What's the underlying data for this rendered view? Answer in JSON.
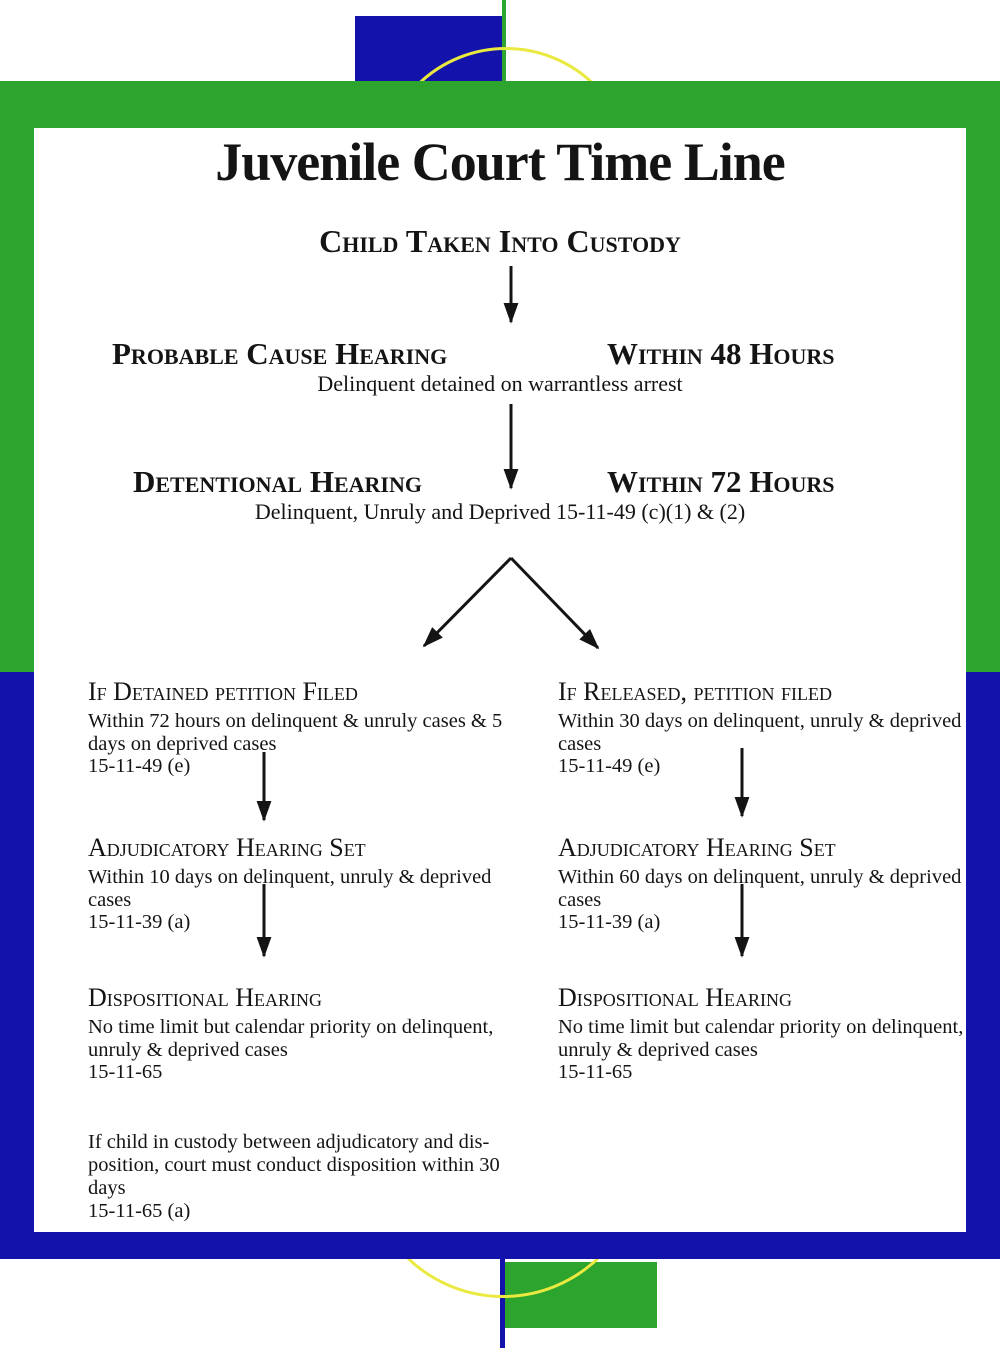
{
  "title": "Juvenile Court Time Line",
  "colors": {
    "green": "#2da42d",
    "blue": "#1313ab",
    "yellow": "#e9e940",
    "ink": "#141414"
  },
  "flow": {
    "custody": "Child Taken Into Custody",
    "probable_cause": {
      "heading": "Probable Cause Hearing",
      "timing": "Within 48 Hours",
      "note": "Delinquent detained on warrantless arrest"
    },
    "detentional": {
      "heading": "Detentional Hearing",
      "timing": "Within 72 Hours",
      "note": "Delinquent, Unruly and Deprived 15-11-49 (c)(1) & (2)"
    },
    "detained_branch": {
      "petition": {
        "heading": "If Detained petition Filed",
        "details": [
          "Within 72 hours on delinquent & unruly cases & 5",
          "days on deprived cases",
          "15-11-49 (e)"
        ]
      },
      "adjudicatory": {
        "heading": "Adjudicatory Hearing Set",
        "details": [
          "Within 10 days on delinquent, unruly & deprived",
          "cases",
          "15-11-39 (a)"
        ]
      },
      "dispositional": {
        "heading": "Dispositional Hearing",
        "details": [
          "No time limit but calendar priority on delinquent,",
          "unruly & deprived cases",
          "15-11-65"
        ]
      }
    },
    "released_branch": {
      "petition": {
        "heading": "If Released, petition filed",
        "details": [
          "Within 30 days on delinquent, unruly & deprived",
          "cases",
          "15-11-49 (e)"
        ]
      },
      "adjudicatory": {
        "heading": "Adjudicatory Hearing Set",
        "details": [
          "Within 60 days on delinquent, unruly & deprived",
          "cases",
          "15-11-39 (a)"
        ]
      },
      "dispositional": {
        "heading": "Dispositional Hearing",
        "details": [
          "No time limit but calendar priority on delinquent,",
          "unruly & deprived cases",
          "15-11-65"
        ]
      }
    },
    "custody_note": [
      "If child in custody between adjudicatory and dis-",
      "position, court must conduct disposition within 30",
      "days",
      "15-11-65 (a)"
    ]
  }
}
